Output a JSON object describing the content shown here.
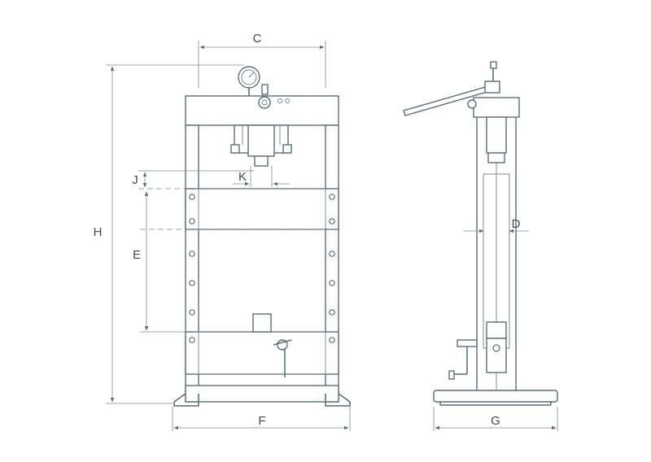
{
  "labels": {
    "C": "C",
    "H": "H",
    "J": "J",
    "K": "K",
    "E": "E",
    "F": "F",
    "D": "D",
    "G": "G"
  }
}
